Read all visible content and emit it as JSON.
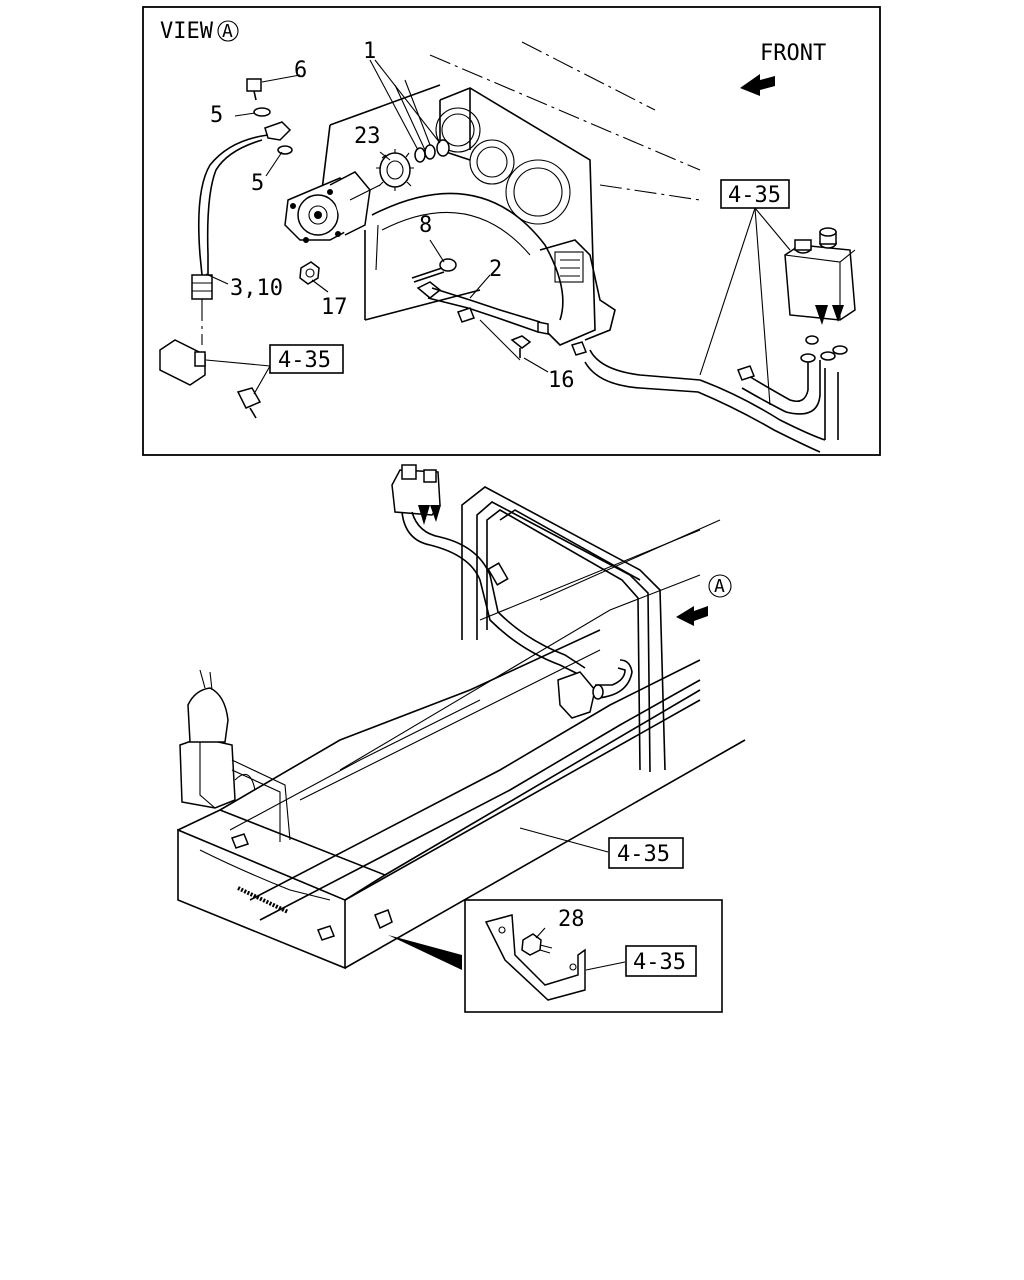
{
  "view_panel": {
    "view_label": "VIEW",
    "view_marker": "A",
    "front_label": "FRONT"
  },
  "callouts": {
    "c1": "1",
    "c2": "2",
    "c3_10": "3,10",
    "c5a": "5",
    "c5b": "5",
    "c6": "6",
    "c8": "8",
    "c16": "16",
    "c17": "17",
    "c23": "23",
    "c28": "28"
  },
  "references": {
    "ref_top_right": "4-35",
    "ref_top_left": "4-35",
    "ref_chassis": "4-35",
    "ref_inset": "4-35"
  },
  "chassis_panel": {
    "view_marker": "A"
  },
  "icons": [
    "front-arrow-icon",
    "view-direction-arrow-icon"
  ]
}
